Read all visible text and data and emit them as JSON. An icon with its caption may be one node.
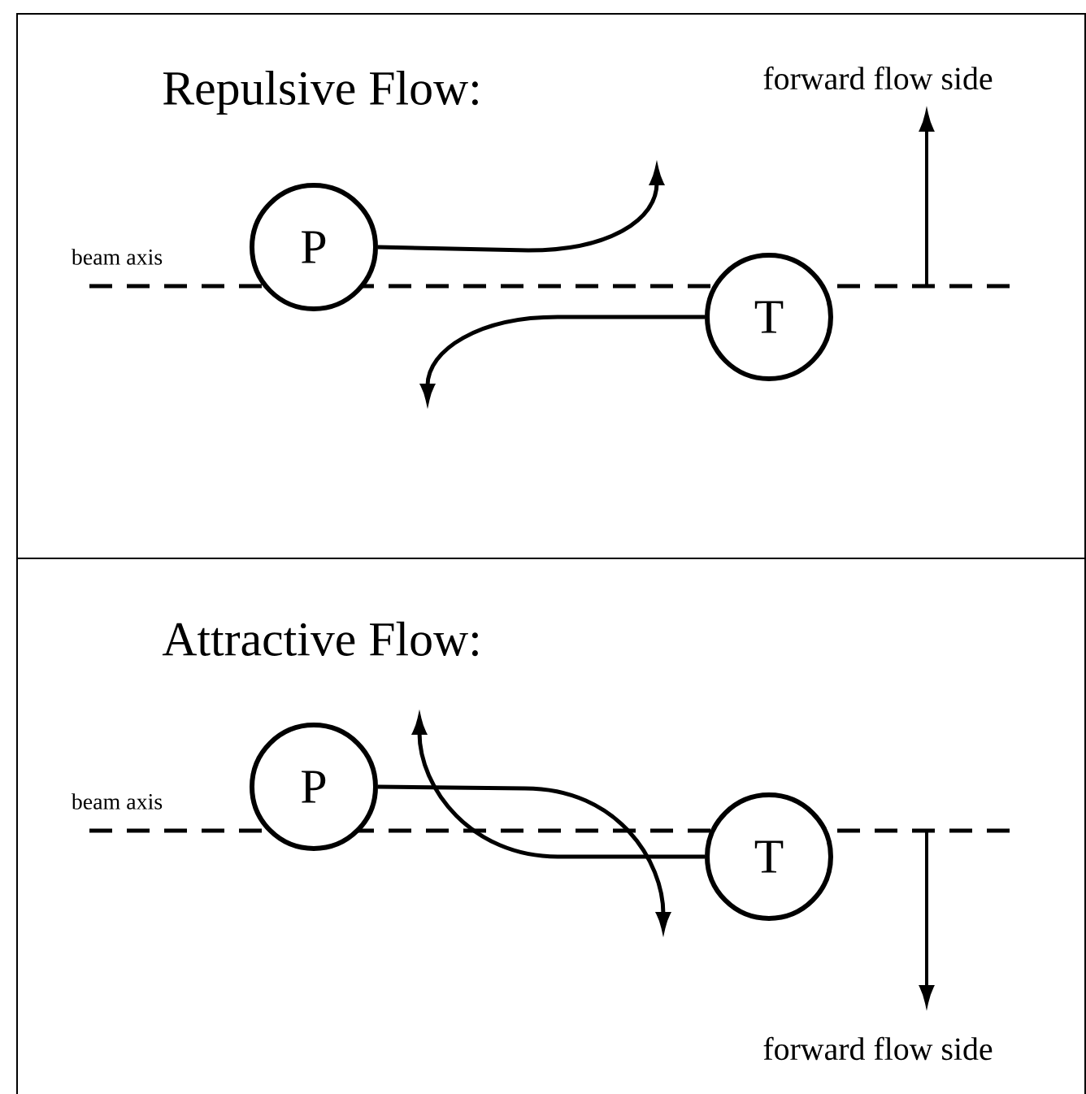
{
  "diagram": {
    "nodes": [
      {
        "text": [
          "Repulsive Flow:"
        ]
      },
      {
        "text": [
          "P"
        ],
        "in": 0
      },
      {
        "text": [
          "T"
        ],
        "in": 0
      },
      {
        "text": [
          "Attractive Flow:"
        ]
      },
      {
        "text": [
          "P"
        ],
        "in": 3
      },
      {
        "text": [
          "T"
        ],
        "in": 3
      }
    ],
    "edges": [
      {
        "from": 1,
        "to": null,
        "arrow": "to"
      },
      {
        "from": 2,
        "to": null,
        "arrow": "to"
      },
      {
        "from": 4,
        "to": null,
        "arrow": "to"
      },
      {
        "from": 5,
        "to": null,
        "arrow": "to"
      }
    ],
    "labels": [
      "beam axis",
      "forward flow side",
      "beam axis",
      "forward flow side"
    ]
  }
}
